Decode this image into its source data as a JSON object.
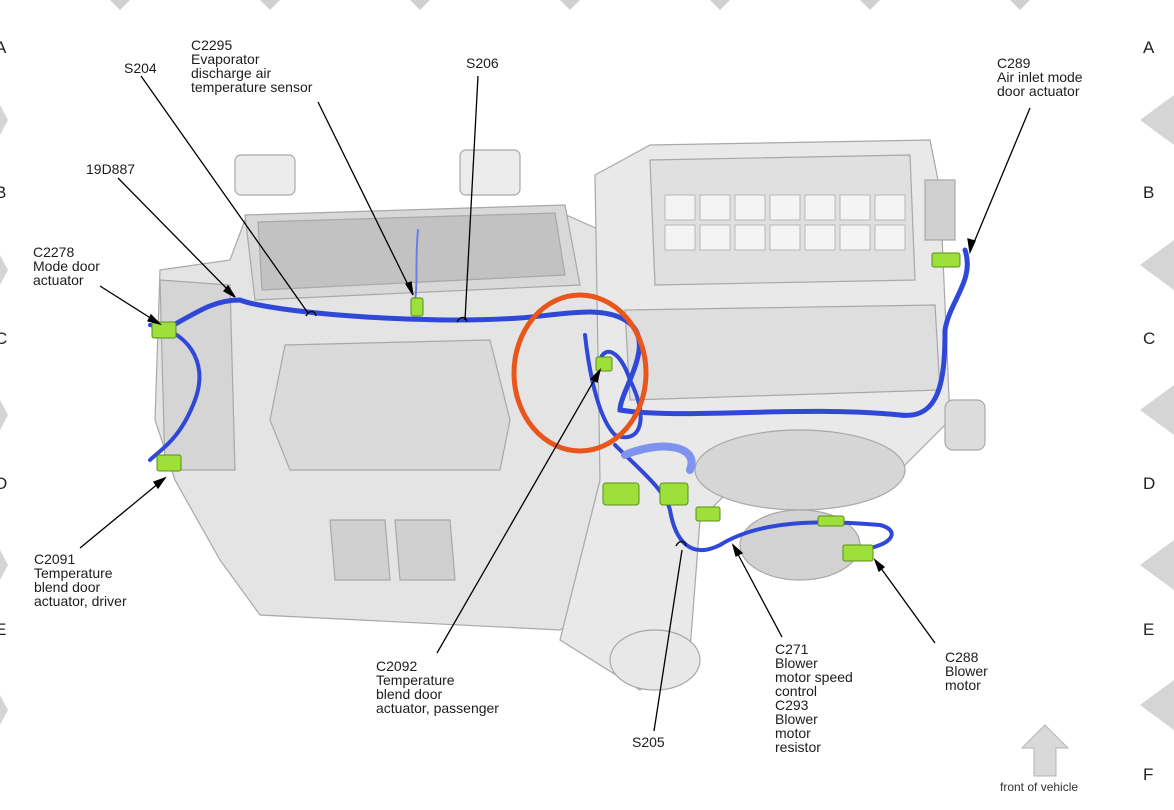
{
  "zones_right": [
    "A",
    "B",
    "C",
    "D",
    "E",
    "F"
  ],
  "zones_left": [
    "A",
    "B",
    "C",
    "D",
    "E"
  ],
  "front_label": "front of vehicle",
  "callouts": {
    "s204": "S204",
    "c2295": "C2295\nEvaporator\ndischarge air\ntemperature sensor",
    "s206": "S206",
    "c289": "C289\nAir inlet mode\ndoor actuator",
    "d19d887": "19D887",
    "c2278": "C2278\nMode door\nactuator",
    "c2091": "C2091\nTemperature\nblend door\nactuator, driver",
    "c2092": "C2092\nTemperature\nblend door\nactuator, passenger",
    "s205": "S205",
    "c271": "C271\nBlower\nmotor speed\ncontrol\nC293\nBlower\nmotor\nresistor",
    "c288": "C288\nBlower\nmotor"
  },
  "colors": {
    "harness": "#2f48d8",
    "harness_light": "#7f92ee",
    "connector": "#9ee03a",
    "highlight": "#e8561c",
    "housing": "#e6e6e6",
    "housing_shadow": "#c9c9c9"
  }
}
